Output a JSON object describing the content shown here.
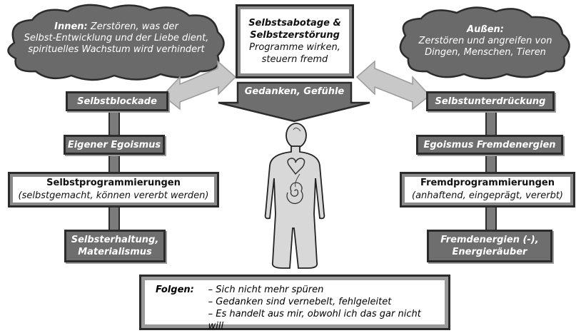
{
  "clouds": {
    "left": {
      "label": "Innen:",
      "text_line1": " Zerstören, was der",
      "text_line2": "Selbst-Entwicklung und der Liebe dient,",
      "text_line3": "spirituelles Wachstum wird verhindert"
    },
    "right": {
      "label": "Außen:",
      "text_line1": "Zerstören und angreifen von",
      "text_line2": "Dingen, Menschen, Tieren"
    }
  },
  "center_top": {
    "title_line1": "Selbstsabotage &",
    "title_line2": "Selbstzerstörung",
    "sub_line1": "Programme wirken,",
    "sub_line2": "steuern fremd"
  },
  "center_arrow": {
    "label": "Gedanken, Gefühle"
  },
  "left_column": {
    "box1": "Selbstblockade",
    "box2": "Eigener Egoismus",
    "box3_title": "Selbstprogrammierungen",
    "box3_sub": "(selbstgemacht, können vererbt werden)",
    "box4_line1": "Selbsterhaltung,",
    "box4_line2": "Materialismus"
  },
  "right_column": {
    "box1": "Selbstunterdrückung",
    "box2": "Egoismus Fremdenergien",
    "box3_title": "Fremdprogrammierungen",
    "box3_sub": "(anhaftend, eingeprägt, vererbt)",
    "box4_line1": "Fremdenergien (-),",
    "box4_line2": "Energieräuber"
  },
  "folgen": {
    "label": "Folgen:",
    "items": [
      "– Sich nicht mehr spüren",
      "– Gedanken sind vernebelt, fehlgeleitet",
      "– Es handelt aus mir, obwohl ich das gar nicht will"
    ]
  },
  "colors": {
    "dark_box": "#6e6e6e",
    "border": "#2b2b2b",
    "cloud": "#6a6a6a",
    "arrow": "#c8c8c8"
  }
}
